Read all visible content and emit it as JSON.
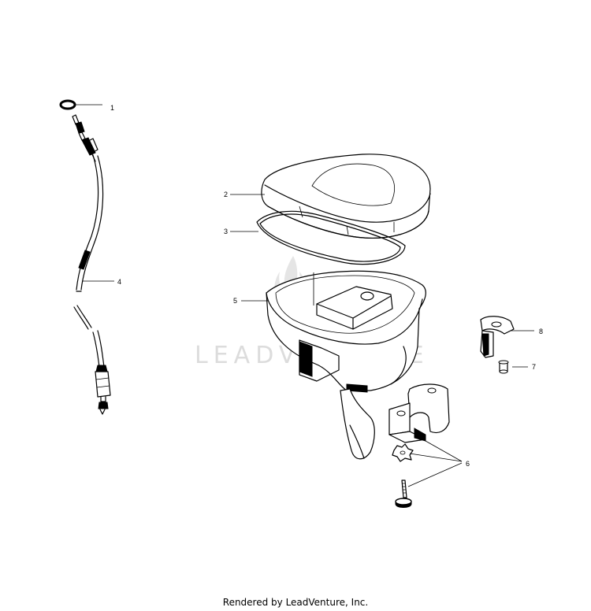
{
  "diagram": {
    "callouts": [
      "1",
      "2",
      "3",
      "4",
      "5",
      "6",
      "7",
      "8"
    ],
    "watermark": "LEADVENTURE",
    "footer": "Rendered by LeadVenture, Inc.",
    "colors": {
      "line": "#000000",
      "watermark": "#d9d9d9",
      "background": "#ffffff"
    }
  }
}
